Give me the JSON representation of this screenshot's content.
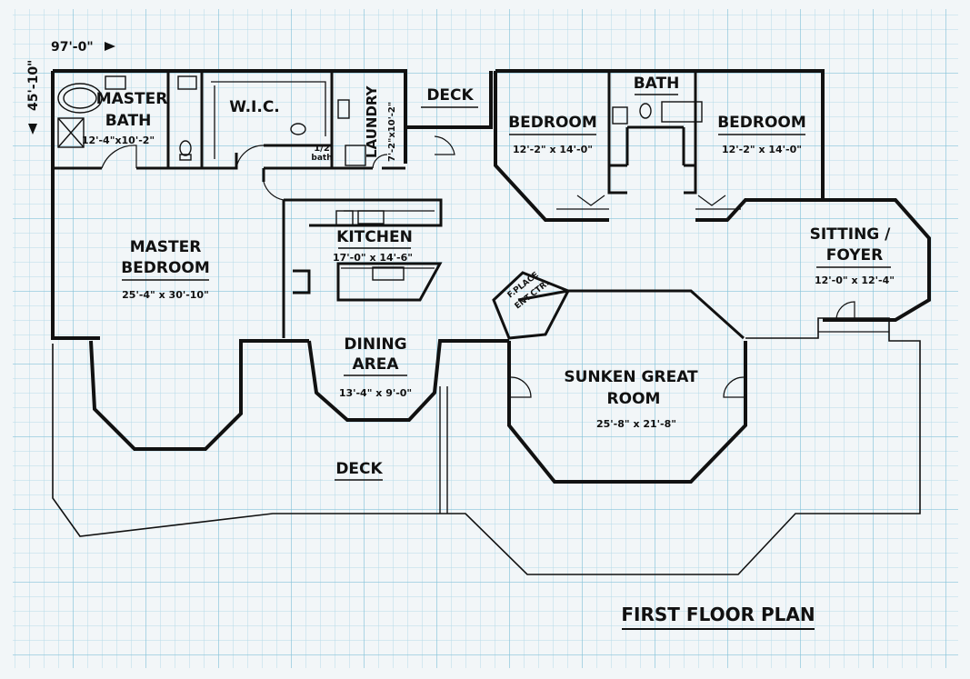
{
  "plan": {
    "title": "FIRST FLOOR PLAN",
    "overall_width": "97'-0\"",
    "overall_depth": "45'-10\"",
    "colors": {
      "paper": "#f2f6f8",
      "grid_minor": "#b5dbe8",
      "grid_major": "#7fc0d8",
      "ink": "#111111"
    },
    "rooms": {
      "master_bath": {
        "name_line1": "MASTER",
        "name_line2": "BATH",
        "dims": "12'-4\"x10'-2\""
      },
      "wic": {
        "name": "W.I.C."
      },
      "half_bath": {
        "name_line1": "1/2",
        "name_line2": "bath"
      },
      "laundry": {
        "name": "LAUNDRY",
        "dims": "7'-2\"x10'-2\""
      },
      "deck_top": {
        "name": "DECK"
      },
      "bath": {
        "name": "BATH"
      },
      "bedroom_left": {
        "name": "BEDROOM",
        "dims": "12'-2\" x 14'-0\""
      },
      "bedroom_right": {
        "name": "BEDROOM",
        "dims": "12'-2\" x 14'-0\""
      },
      "master_bedroom": {
        "name_line1": "MASTER",
        "name_line2": "BEDROOM",
        "dims": "25'-4\" x 30'-10\""
      },
      "kitchen": {
        "name": "KITCHEN",
        "dims": "17'-0\" x 14'-6\""
      },
      "sitting_foyer": {
        "name_line1": "SITTING /",
        "name_line2": "FOYER",
        "dims": "12'-0\" x 12'-4\""
      },
      "fireplace": {
        "line1": "F.PLACE",
        "line2": "ENT.CTR."
      },
      "dining": {
        "name_line1": "DINING",
        "name_line2": "AREA",
        "dims": "13'-4\" x 9'-0\""
      },
      "great_room": {
        "name_line1": "SUNKEN GREAT",
        "name_line2": "ROOM",
        "dims": "25'-8\" x 21'-8\""
      },
      "deck_main": {
        "name": "DECK"
      }
    }
  }
}
